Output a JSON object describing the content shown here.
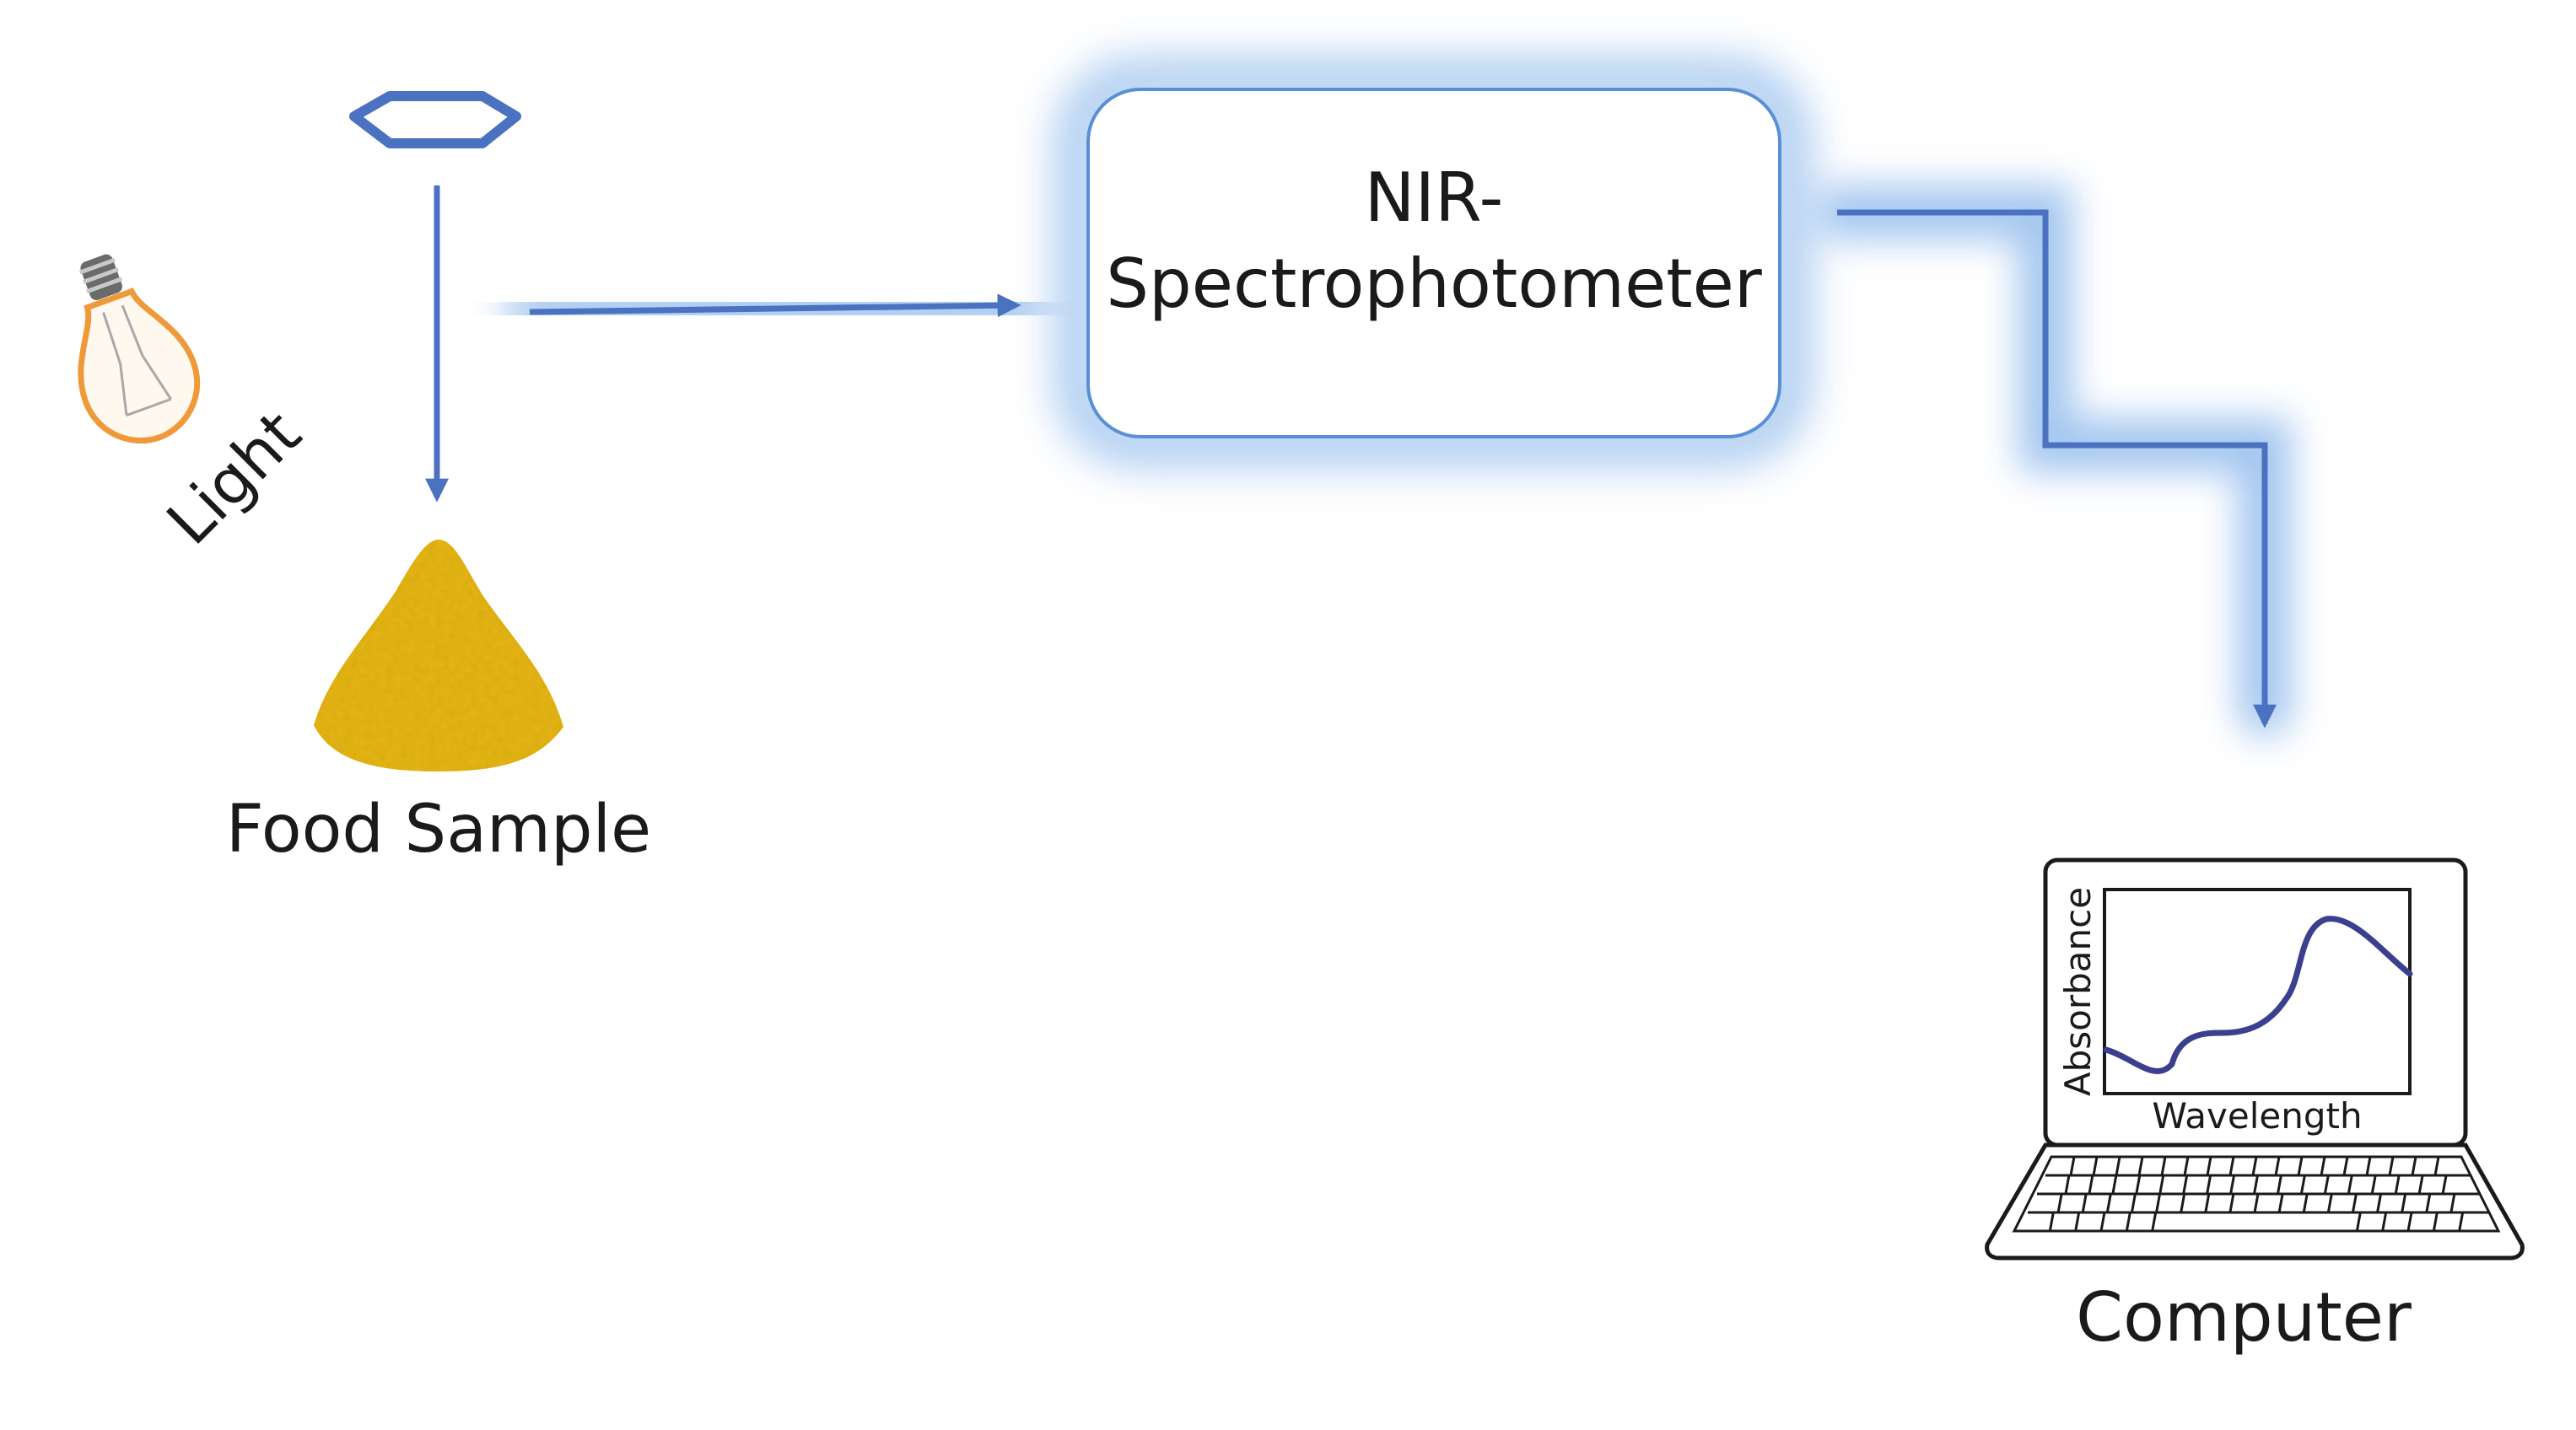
{
  "nodes": {
    "light": {
      "label": "Light"
    },
    "sample": {
      "label": "Food Sample"
    },
    "spectrophotometer": {
      "label_line1": "NIR-",
      "label_line2": "Spectrophotometer"
    },
    "computer": {
      "label": "Computer"
    }
  },
  "screen_plot": {
    "ylabel": "Absorbance",
    "xlabel": "Wavelength"
  },
  "colors": {
    "arrow": "#4a72c0",
    "glow": "#9ec3ee",
    "box_border": "#5a8fd6",
    "powder": "#e9b418",
    "bulb": "#ef9a3a",
    "curve": "#3c3f8e",
    "text": "#1a1a1a"
  },
  "icons": [
    "light-bulb-icon",
    "detector-icon",
    "powder-pile-icon",
    "laptop-icon"
  ]
}
